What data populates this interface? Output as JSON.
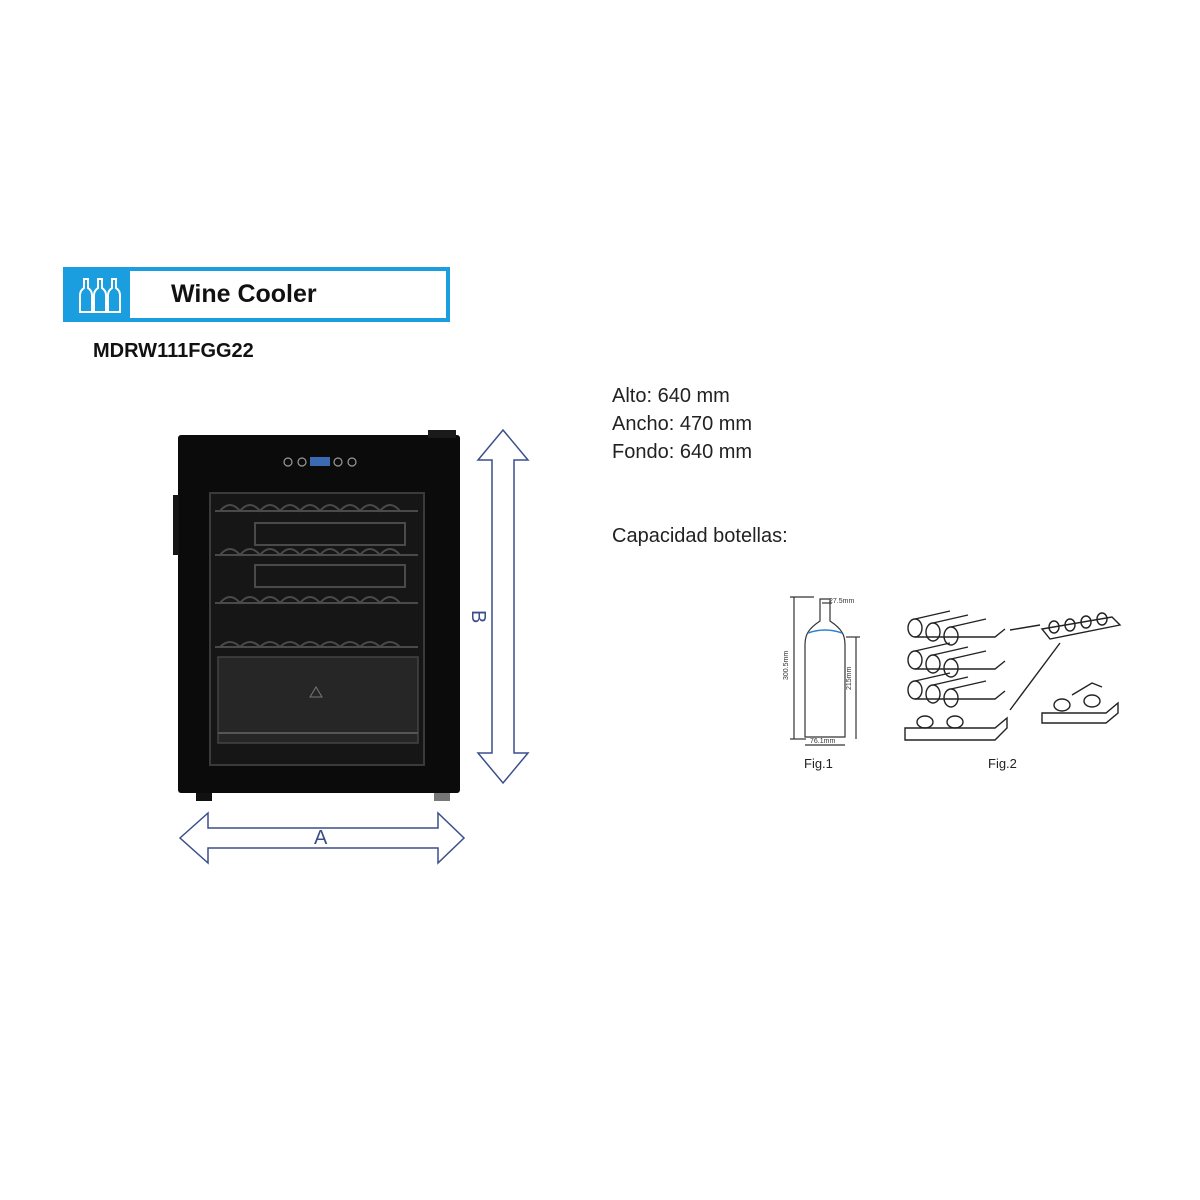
{
  "header": {
    "title": "Wine Cooler",
    "icon": "wine-bottles-icon",
    "accent_color": "#1a9ee0"
  },
  "model": "MDRW111FGG22",
  "dimension_labels": {
    "width_label": "A",
    "height_label": "B"
  },
  "specs": {
    "alto": "Alto: 640 mm",
    "ancho": "Ancho: 470 mm",
    "fondo": "Fondo: 640 mm",
    "capacidad": "Capacidad botellas:"
  },
  "figures": {
    "fig1_label": "Fig.1",
    "fig2_label": "Fig.2",
    "bottle_top_width": "27.5mm",
    "bottle_height": "300.5mm",
    "bottle_body_height": "215mm",
    "bottle_diameter": "76.1mm"
  }
}
